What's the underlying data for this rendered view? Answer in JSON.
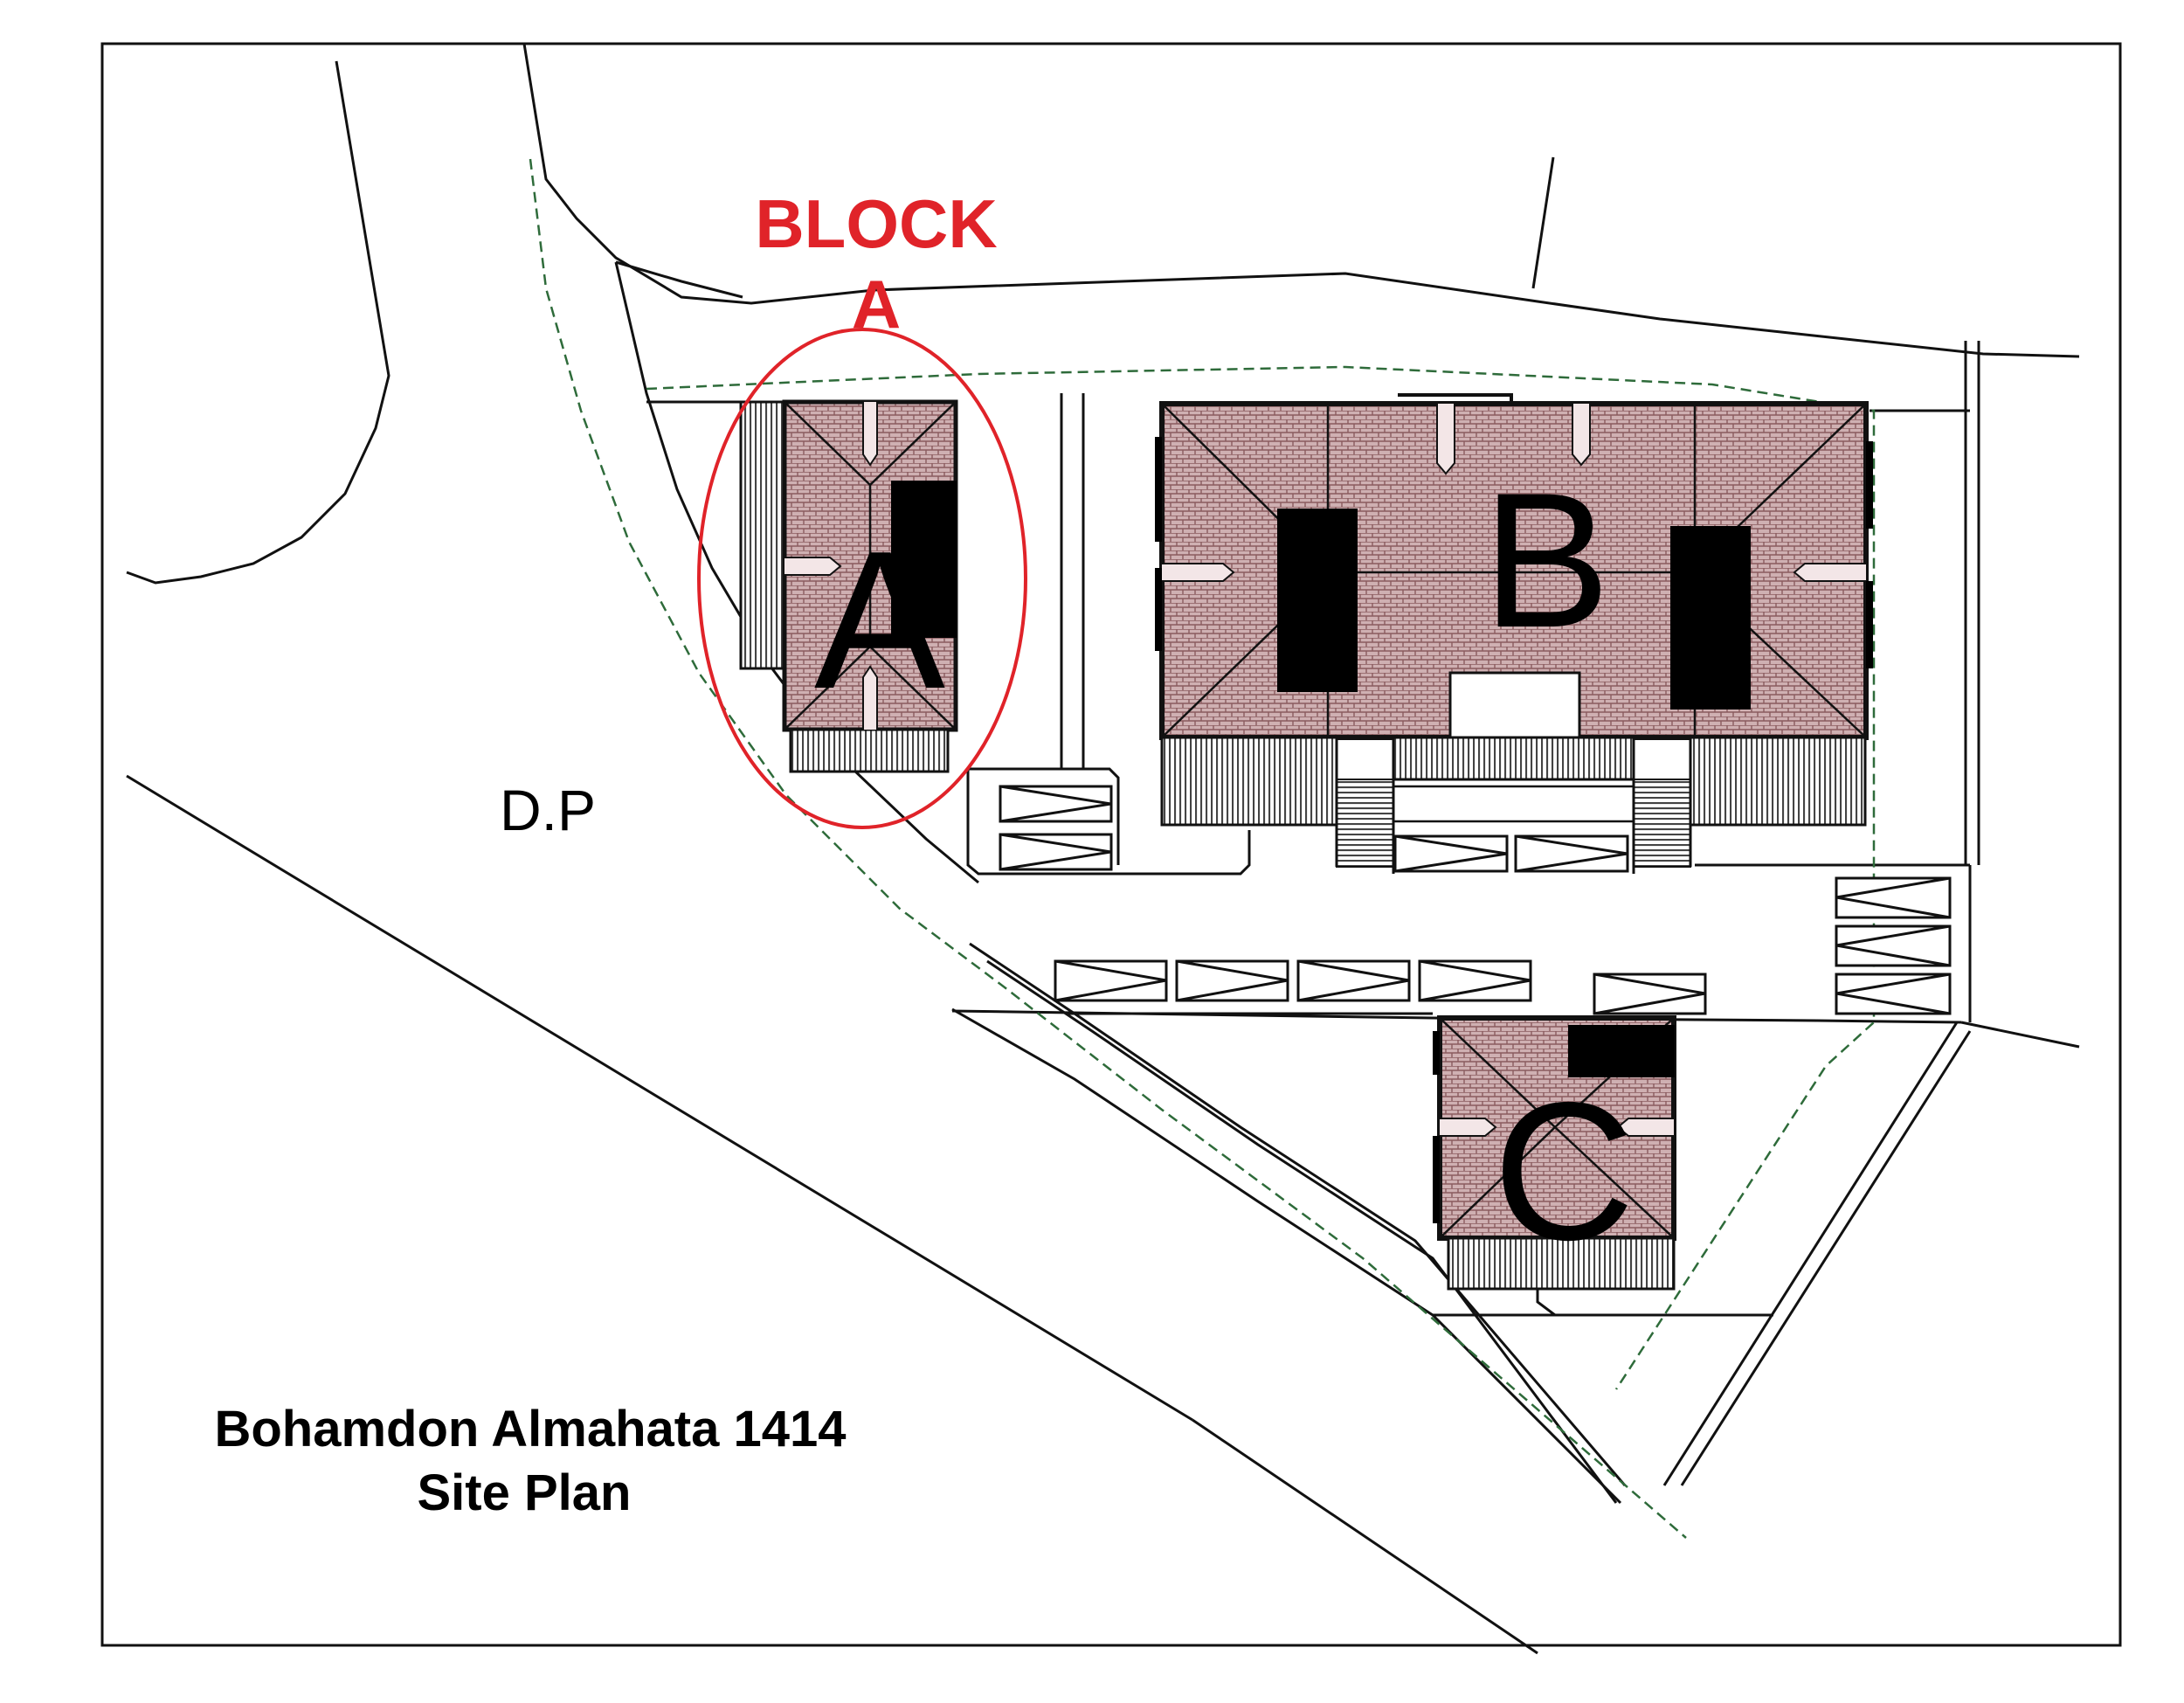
{
  "labels": {
    "block_title_line1": "BLOCK",
    "block_title_line2": "A",
    "building_a": "A",
    "building_b": "B",
    "building_c": "C",
    "dp": "D.P",
    "caption_line1": "Bohamdon Almahata 1414",
    "caption_line2": "Site Plan"
  },
  "colors": {
    "highlight": "#e02329",
    "roof_fill": "#c9a8aa",
    "roof_hatch": "#8a5b5e",
    "boundary": "#2e6b3a",
    "line": "#111111"
  }
}
